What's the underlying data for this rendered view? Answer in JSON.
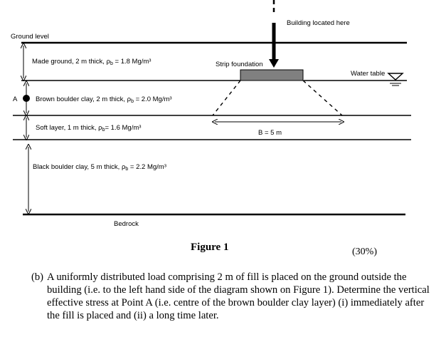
{
  "labels": {
    "ground_level": "Ground level",
    "building": "Building located here",
    "strip_foundation": "Strip foundation",
    "water_table": "Water table",
    "point": "A",
    "width": "B = 5 m",
    "bedrock": "Bedrock"
  },
  "layers": [
    {
      "text": "Made ground, 2 m thick, ρ",
      "sub": "b",
      "rest": " = 1.8 Mg/m³"
    },
    {
      "text": "Brown boulder clay, 2 m thick, ρ",
      "sub": "b",
      "rest": " = 2.0 Mg/m³"
    },
    {
      "text": "Soft layer, 1 m thick, ρ",
      "sub": "b",
      "rest": "= 1.6 Mg/m³"
    },
    {
      "text": "Black boulder clay, 5 m thick, ρ",
      "sub": "b",
      "rest": " = 2.2 Mg/m³"
    }
  ],
  "figure_caption": "Figure 1",
  "marks": "(30%)",
  "question": {
    "number": "(b)",
    "text": "A uniformly distributed load comprising 2 m of fill is placed on the ground outside the building (i.e. to the left hand side of the diagram shown on Figure 1). Determine the vertical effective stress at Point A (i.e. centre of the brown boulder clay layer) (i) immediately after the fill is placed and (ii) a long time later."
  }
}
